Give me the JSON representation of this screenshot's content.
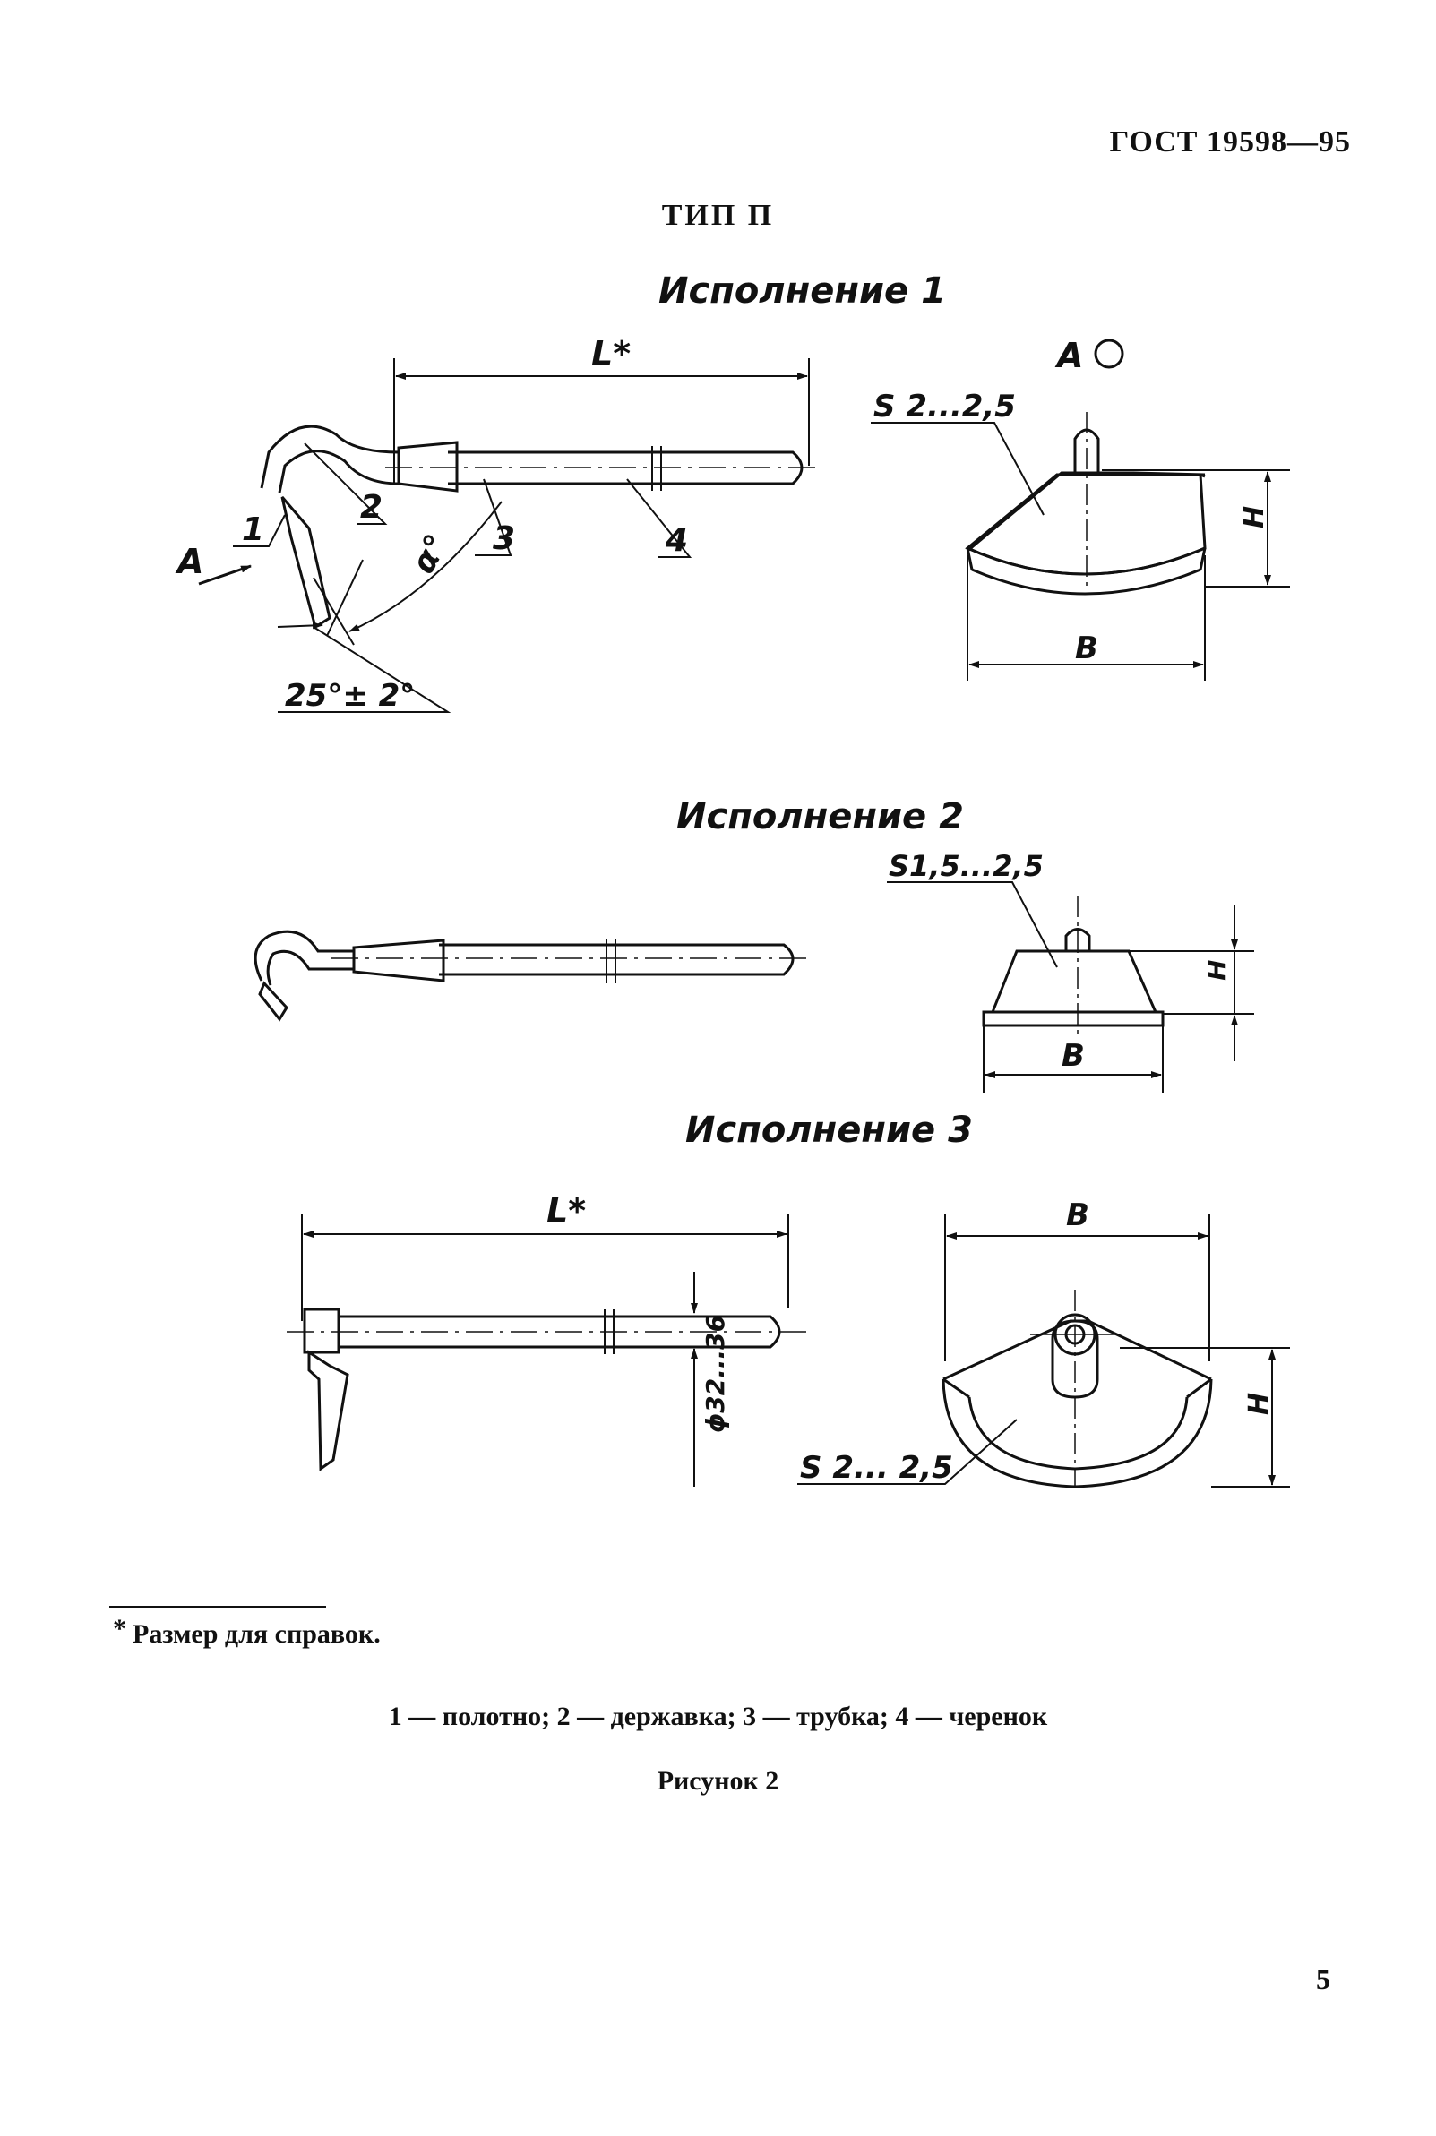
{
  "header": {
    "doc_id": "ГОСТ 19598—95"
  },
  "type_title": "ТИП П",
  "variants": [
    {
      "title": "Исполнение 1"
    },
    {
      "title": "Исполнение 2"
    },
    {
      "title": "Исполнение 3"
    }
  ],
  "labels": {
    "L": "L*",
    "view_a": "A",
    "view_arrow": "A",
    "s_v1": "S 2...2,5",
    "s_v2": "S1,5...2,5",
    "s_v3": "S 2... 2,5",
    "H": "H",
    "B": "B",
    "angle": "25°± 2°",
    "alpha": "α°",
    "phi": "ϕ32...36",
    "part1": "1",
    "part2": "2",
    "part3": "3",
    "part4": "4"
  },
  "footnote": "Размер для справок.",
  "legend": "1 — полотно; 2 — державка; 3 — трубка; 4 — черенок",
  "caption": "Рисунок 2",
  "page_number": "5"
}
